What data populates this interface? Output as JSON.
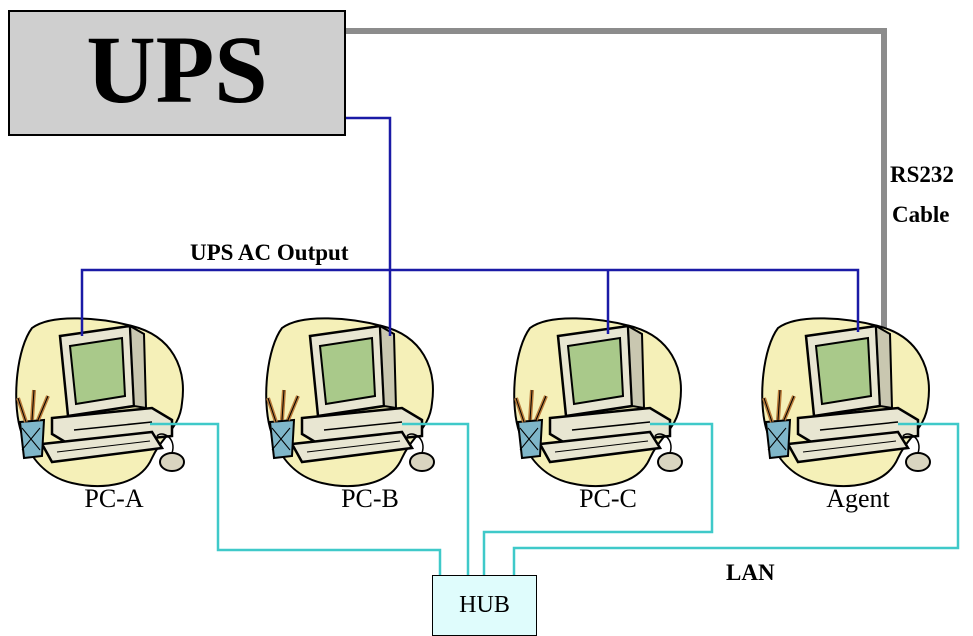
{
  "diagram": {
    "ups_label": "UPS",
    "hub_label": "HUB",
    "ac_output_label": "UPS AC Output",
    "rs232_label_line1": "RS232",
    "rs232_label_line2": "Cable",
    "lan_label": "LAN",
    "computers": [
      "PC-A",
      "PC-B",
      "PC-C",
      "Agent"
    ]
  },
  "colors": {
    "ac_power_line": "#1a1aa6",
    "lan_line": "#3fc9c9",
    "rs232_cable": "#8c8c8c",
    "ups_fill": "#cfcfcf",
    "hub_fill": "#dffcfc",
    "blob_fill": "#f5f0b8",
    "screen_fill": "#a9c98a",
    "monitor_fill": "#e8e6d2"
  }
}
